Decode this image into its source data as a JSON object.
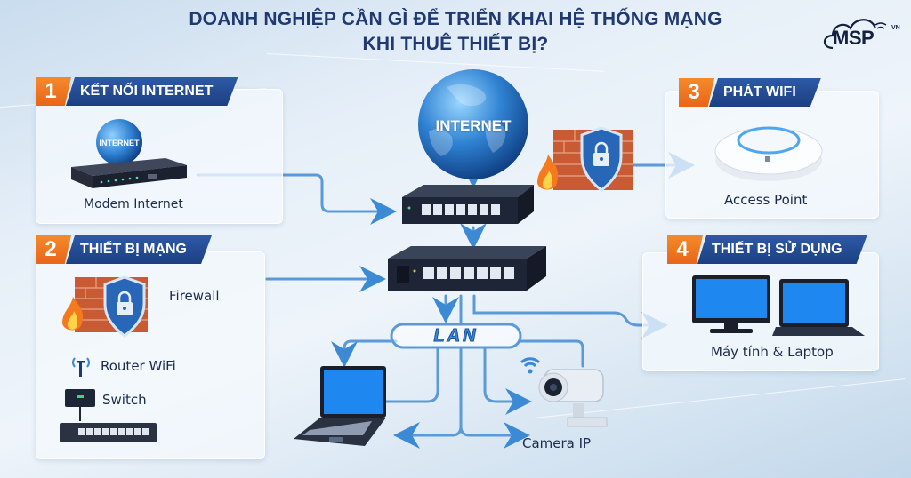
{
  "title": {
    "line1": "DOANH NGHIỆP CẦN GÌ ĐỂ TRIỂN KHAI HỆ THỐNG MẠNG",
    "line2": "KHI THUÊ THIẾT BỊ?"
  },
  "logo": {
    "text": "MSP",
    "suffix": "VN",
    "icon": "cloud-wifi-icon"
  },
  "sections": [
    {
      "number": "1",
      "label": "KẾT NỐI INTERNET",
      "items": [
        {
          "caption": "Modem Internet",
          "icon": "modem-globe-icon",
          "globe_label": "INTERNET"
        }
      ]
    },
    {
      "number": "2",
      "label": "THIẾT BỊ MẠNG",
      "items": [
        {
          "caption": "Firewall",
          "icon": "firewall-shield-icon"
        },
        {
          "caption": "Router WiFi",
          "icon": "antenna-icon"
        },
        {
          "caption": "Switch",
          "icon": "switch-icon"
        }
      ]
    },
    {
      "number": "3",
      "label": "PHÁT WIFI",
      "items": [
        {
          "caption": "Access Point",
          "icon": "access-point-icon"
        }
      ]
    },
    {
      "number": "4",
      "label": "THIẾT BỊ SỬ DỤNG",
      "items": [
        {
          "caption": "Máy tính & Laptop",
          "icon": "monitor-laptop-icon"
        }
      ]
    }
  ],
  "center": {
    "globe_label": "INTERNET",
    "lan_label": "LAN",
    "camera_caption": "Camera IP"
  },
  "colors": {
    "title": "#1f3a73",
    "badge_orange": "#ee7420",
    "banner_blue": "#23488f",
    "connector": "#4f95d6"
  }
}
